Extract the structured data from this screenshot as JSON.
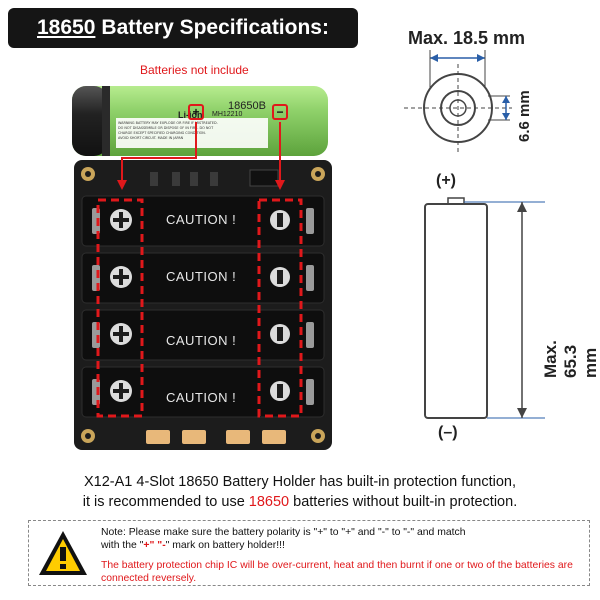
{
  "title": {
    "model": "18650",
    "rest": "Battery Specifications:"
  },
  "batteries_note": "Batteries not include",
  "battery_print": {
    "model": "18650B",
    "chem": "Li-ion",
    "code": "MH12210",
    "plus": "+",
    "minus": "−"
  },
  "holder": {
    "slot_label": "CAUTION !"
  },
  "specs": {
    "diameter": "Max. 18.5 mm",
    "terminal": "6.6 mm",
    "length": "Max. 65.3 mm",
    "positive": "(+)",
    "negative": "(–)"
  },
  "description": {
    "line1": "X12-A1 4-Slot 18650 Battery Holder has built-in protection function,",
    "line2_pre": "it is recommended to use ",
    "line2_red": "18650",
    "line2_post": " batteries without built-in protection."
  },
  "warning": {
    "note_a": "Note: Please make sure the battery polarity is \"+\" to \"+\" and \"-\" to \"-\" and match",
    "note_b_pre": "with the \"",
    "note_b_red": "+\" \"-",
    "note_b_post": "\" mark on battery holder!!!",
    "alert": "The battery protection chip IC will be over-current, heat and then burnt if one or two of the batteries are connected reversely."
  },
  "colors": {
    "accent_red": "#e0181b",
    "battery_green": "#8fd16a",
    "pcb_black": "#1a1a1a",
    "dim_blue": "#2a5fa8"
  }
}
